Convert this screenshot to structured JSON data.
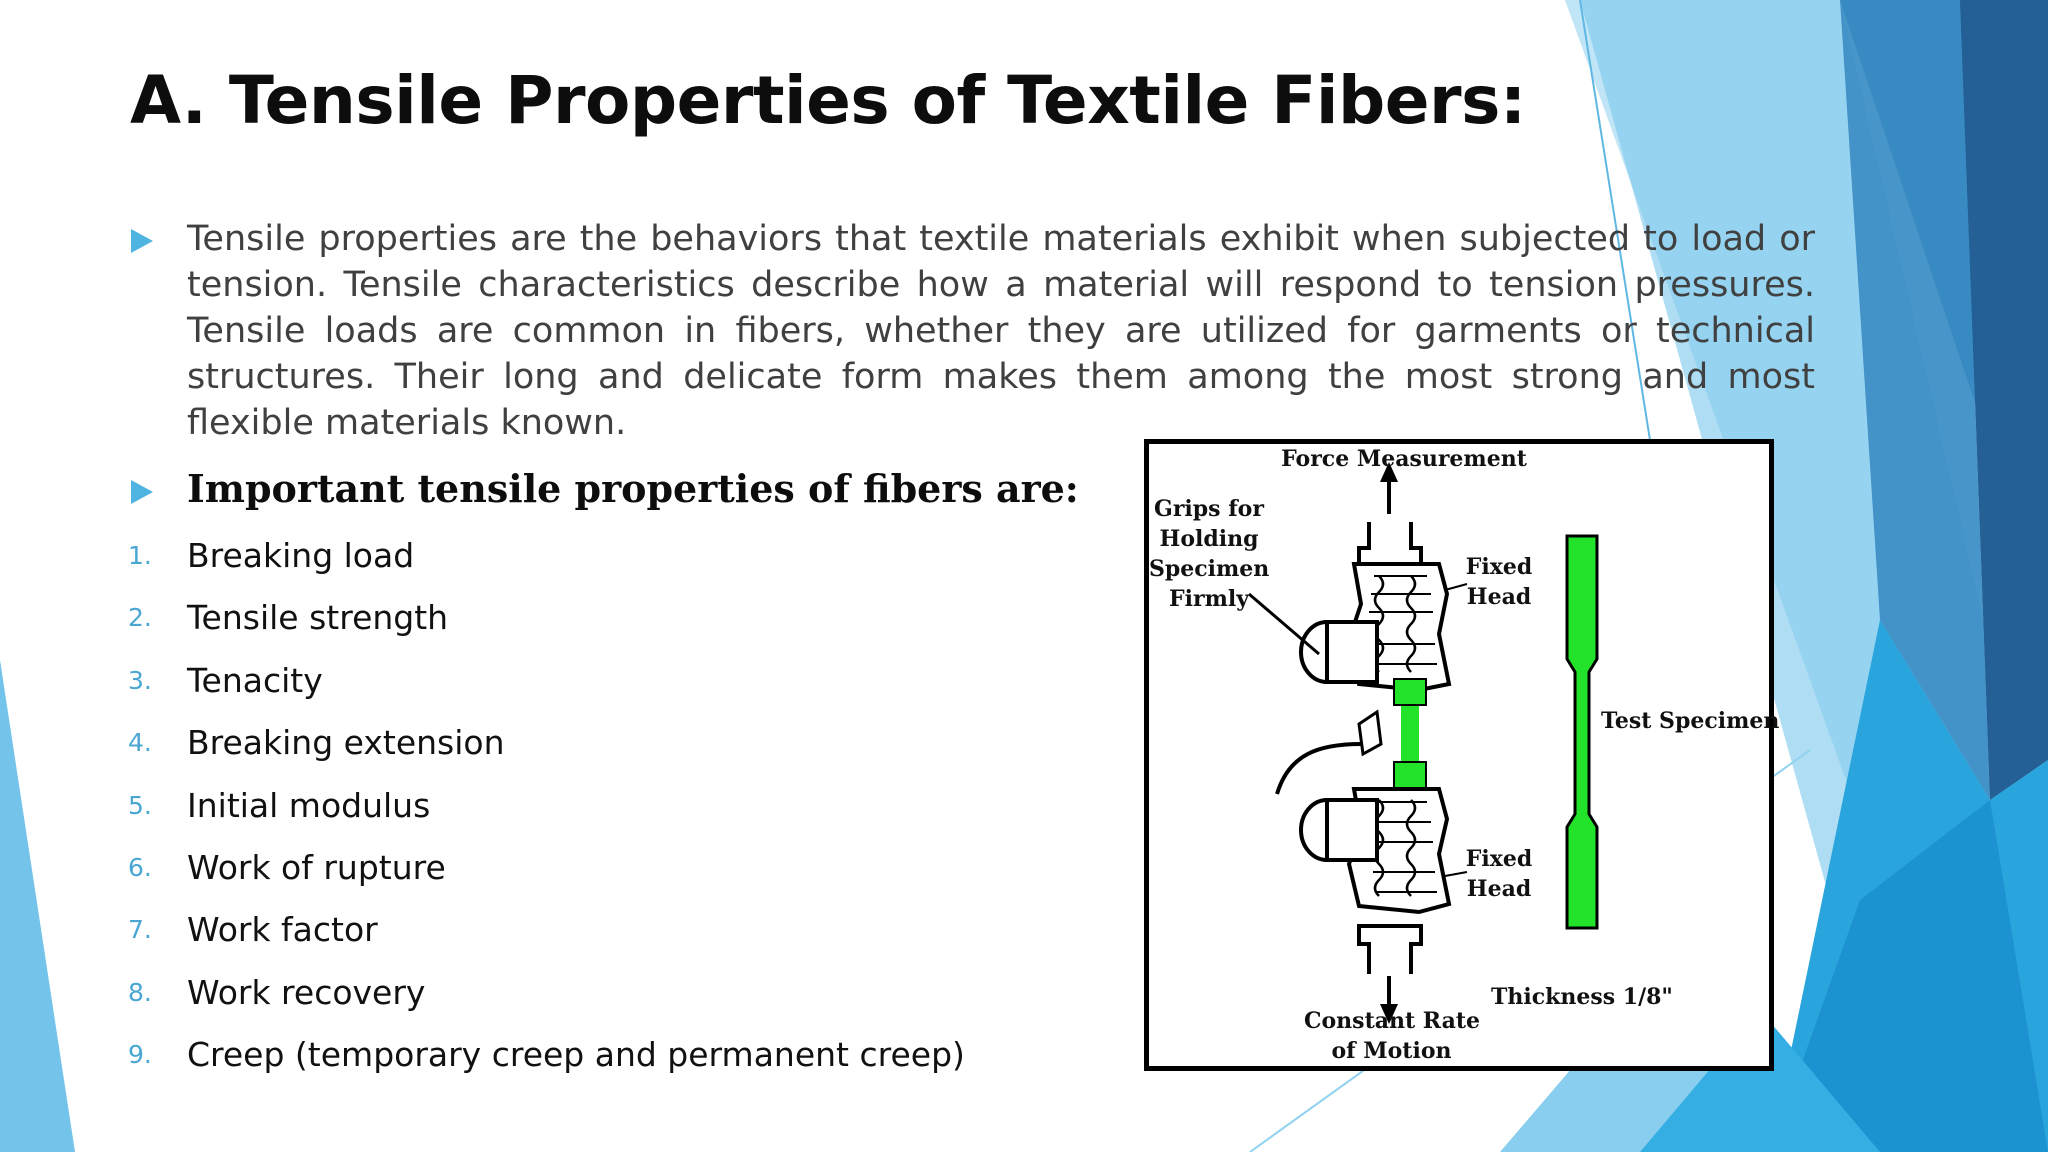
{
  "slide": {
    "title": "A. Tensile Properties of Textile Fibers:",
    "paragraph": "Tensile properties are the behaviors that textile materials exhibit when subjected to load or tension. Tensile characteristics describe how a material will respond to tension pressures. Tensile loads are common in fibers, whether they are utilized for garments or technical structures. Their long and delicate form makes them among the most strong and most flexible materials known.",
    "subheading": "Important tensile properties of fibers are:",
    "list": [
      {
        "num": "1.",
        "label": "Breaking load"
      },
      {
        "num": "2.",
        "label": "Tensile strength"
      },
      {
        "num": "3.",
        "label": "Tenacity"
      },
      {
        "num": "4.",
        "label": "Breaking extension"
      },
      {
        "num": "5.",
        "label": "Initial modulus"
      },
      {
        "num": "6.",
        "label": "Work of rupture"
      },
      {
        "num": "7.",
        "label": "Work factor"
      },
      {
        "num": "8.",
        "label": "Work recovery"
      },
      {
        "num": "9.",
        "label": "Creep (temporary creep and permanent creep)"
      }
    ]
  },
  "figure": {
    "force_measurement": "Force Measurement",
    "grips_label": "Grips for\nHolding\nSpecimen\nFirmly",
    "fixed_head_top": "Fixed\nHead",
    "fixed_head_bottom": "Fixed\nHead",
    "test_specimen": "Test Specimen",
    "thickness": "Thickness 1/8\"",
    "constant_rate": "Constant Rate\nof Motion"
  },
  "colors": {
    "accent_blue": "#4fb4e0",
    "specimen_green": "#22e32a",
    "background_blue_dark": "#1f6fa8",
    "background_blue_light": "#8ad0ef"
  },
  "icons": {
    "bullet": "triangle-right-icon"
  }
}
